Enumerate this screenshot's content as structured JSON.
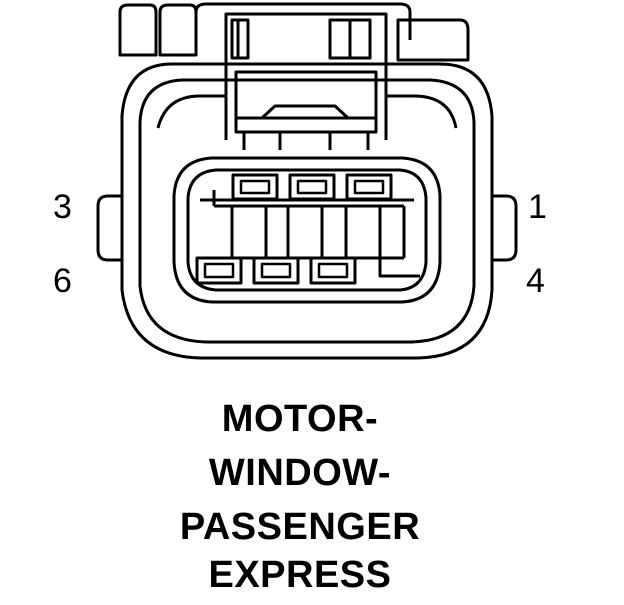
{
  "diagram": {
    "pin_labels": {
      "top_left": "3",
      "bottom_left": "6",
      "top_right": "1",
      "bottom_right": "4"
    },
    "caption_lines": [
      "MOTOR-",
      "WINDOW-",
      "PASSENGER",
      "EXPRESS"
    ]
  }
}
